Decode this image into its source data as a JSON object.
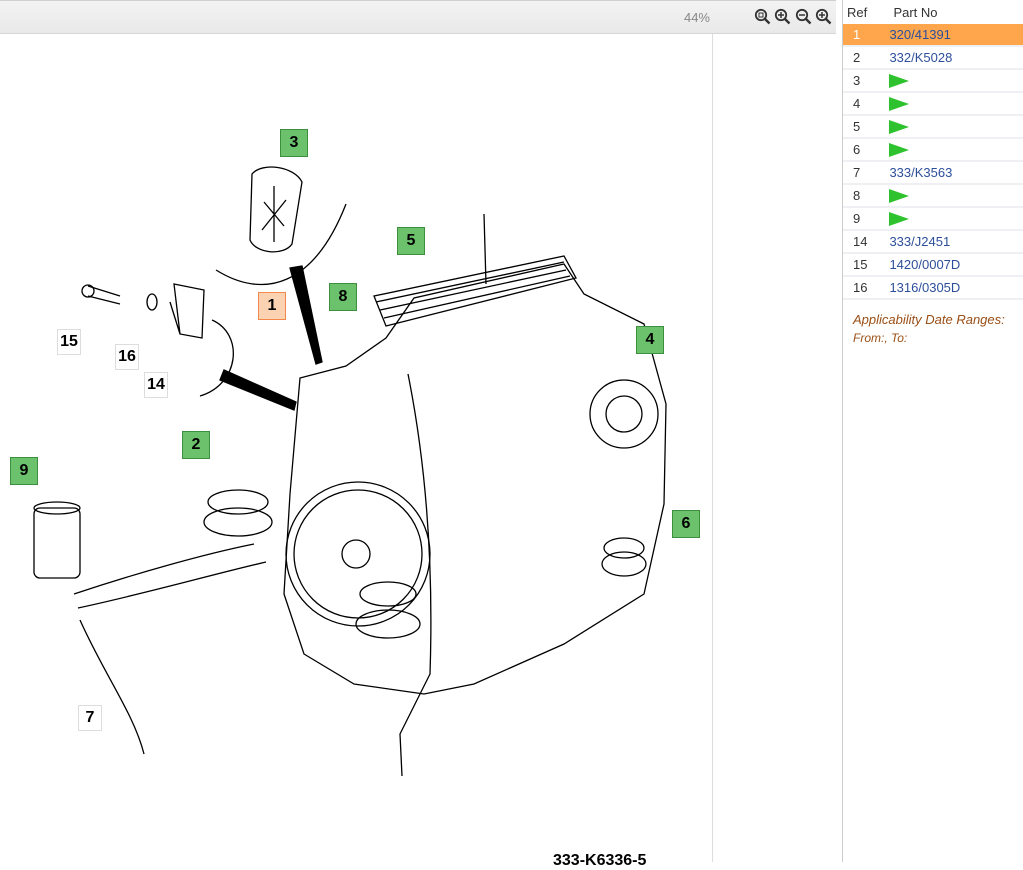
{
  "toolbar": {
    "zoom": "44%"
  },
  "panel": {
    "columns": [
      "Ref",
      "Part No"
    ],
    "rows": [
      {
        "ref": "1",
        "part": "320/41391",
        "selected": true
      },
      {
        "ref": "2",
        "part": "332/K5028"
      },
      {
        "ref": "3",
        "part": ""
      },
      {
        "ref": "4",
        "part": ""
      },
      {
        "ref": "5",
        "part": ""
      },
      {
        "ref": "6",
        "part": ""
      },
      {
        "ref": "7",
        "part": "333/K3563"
      },
      {
        "ref": "8",
        "part": ""
      },
      {
        "ref": "9",
        "part": ""
      },
      {
        "ref": "14",
        "part": "333/J2451"
      },
      {
        "ref": "15",
        "part": "1420/0007D"
      },
      {
        "ref": "16",
        "part": "1316/0305D"
      }
    ],
    "applicability_title": "Applicability Date Ranges:",
    "applicability_dates": "From:, To:"
  },
  "diagram": {
    "figure_id": "333-K6336-5",
    "callouts": {
      "c1": "1",
      "c2": "2",
      "c3": "3",
      "c4": "4",
      "c5": "5",
      "c6": "6",
      "c7": "7",
      "c8": "8",
      "c9": "9",
      "c14": "14",
      "c15": "15",
      "c16": "16"
    }
  },
  "colors": {
    "selected_row": "#ffa64d",
    "callout_green": "#6cc26c",
    "arrow_green": "#2ec32e"
  }
}
